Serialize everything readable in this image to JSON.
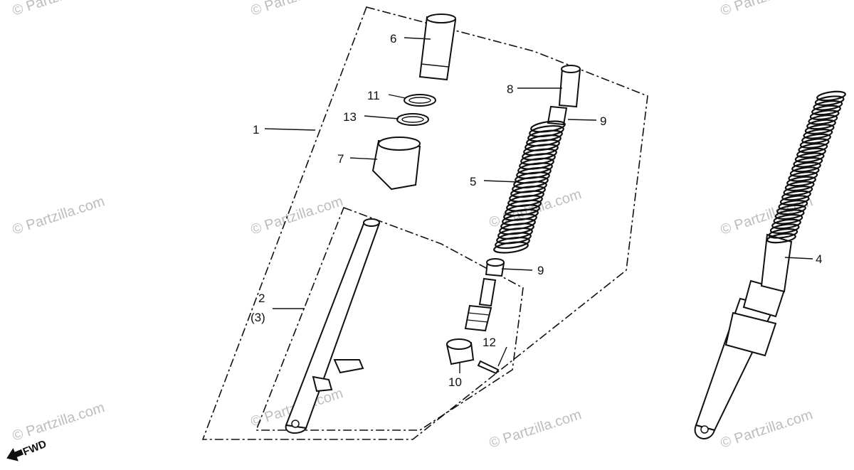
{
  "callouts": {
    "c1": "1",
    "c2": "2",
    "c3": "(3)",
    "c4": "4",
    "c5": "5",
    "c6": "6",
    "c7": "7",
    "c8": "8",
    "c9a": "9",
    "c9b": "9",
    "c10": "10",
    "c11": "11",
    "c12": "12",
    "c13": "13"
  },
  "direction_label": "FWD",
  "watermark": "© Partzilla.com"
}
